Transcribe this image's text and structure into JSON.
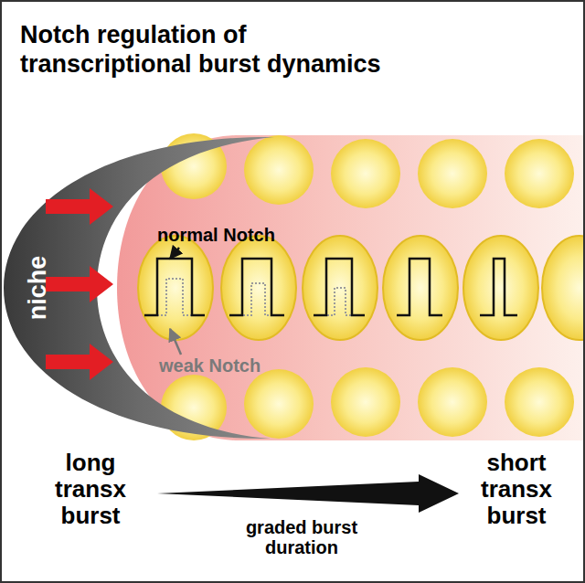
{
  "diagram": {
    "title": "Notch regulation of transcriptional burst dynamics",
    "nodes": [
      {
        "text": [
          "niche"
        ]
      }
    ],
    "labels": [
      "normal Notch",
      "weak Notch",
      "long transx burst",
      "graded burst duration",
      "short transx burst"
    ]
  }
}
